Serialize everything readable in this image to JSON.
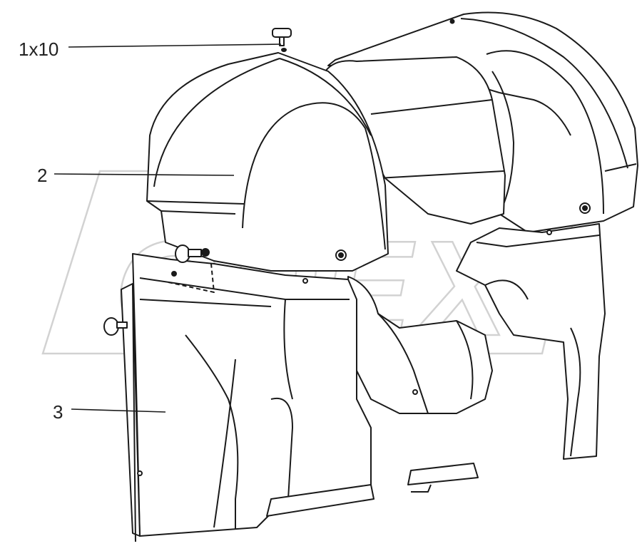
{
  "diagram": {
    "watermark": "OPEX",
    "watermark_color": "#d2d2d2",
    "line_color": "#1a1a1a",
    "fill_color": "#ffffff",
    "callouts": [
      {
        "id": "knob-fastener",
        "label": "1x10"
      },
      {
        "id": "upper-cover",
        "label": "2"
      },
      {
        "id": "lower-guard",
        "label": "3"
      }
    ]
  }
}
